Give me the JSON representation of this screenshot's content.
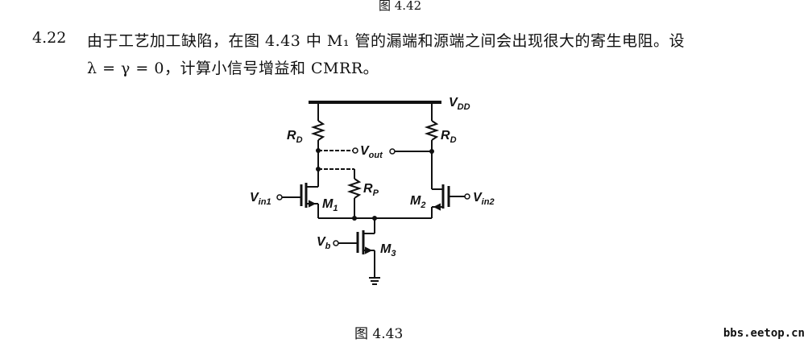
{
  "document": {
    "previous_figure_caption": "图 4.42",
    "problem": {
      "number": "4.22",
      "line1": "由于工艺加工缺陷，在图 4.43 中 M₁ 管的漏端和源端之间会出现很大的寄生电阻。设",
      "line2": "λ = γ = 0，计算小信号增益和 CMRR。"
    },
    "figure_caption": "图 4.43",
    "watermark": "bbs.eetop.cn"
  },
  "circuit": {
    "supply": {
      "main": "V",
      "sub": "DD"
    },
    "rd_left": {
      "main": "R",
      "sub": "D"
    },
    "rd_right": {
      "main": "R",
      "sub": "D"
    },
    "rp": {
      "main": "R",
      "sub": "P"
    },
    "vout": {
      "main": "V",
      "sub": "out"
    },
    "vin1": {
      "main": "V",
      "sub": "in1"
    },
    "vin2": {
      "main": "V",
      "sub": "in2"
    },
    "vb": {
      "main": "V",
      "sub": "b"
    },
    "m1": {
      "main": "M",
      "sub": "1"
    },
    "m2": {
      "main": "M",
      "sub": "2"
    },
    "m3": {
      "main": "M",
      "sub": "3"
    }
  }
}
